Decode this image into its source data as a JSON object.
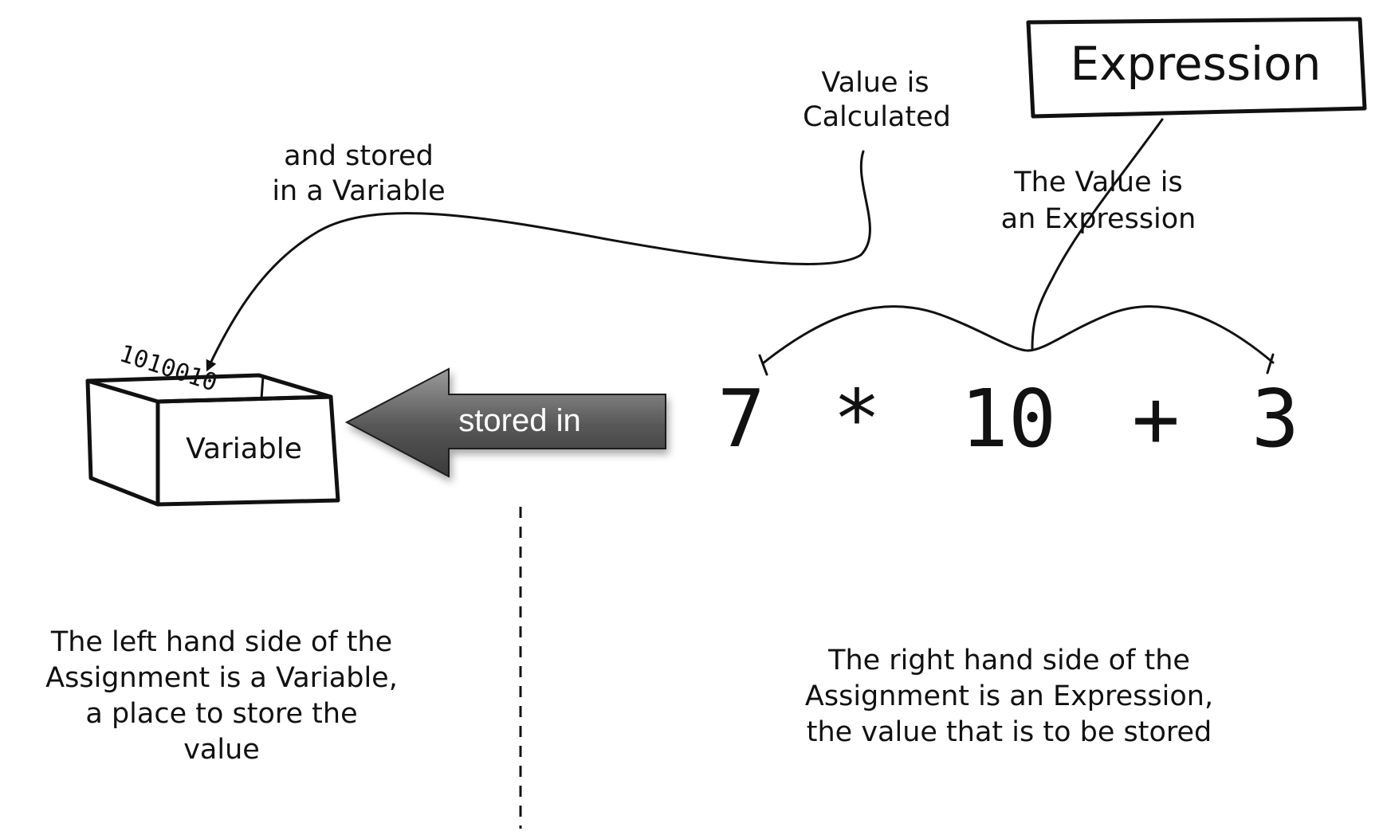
{
  "labels": {
    "expression_box": "Expression",
    "value_calculated": [
      "Value is",
      "Calculated"
    ],
    "stored_in_variable": [
      "and stored",
      "in a Variable"
    ],
    "value_is_expression": [
      "The Value is",
      "an Expression"
    ],
    "variable_box": "Variable",
    "binary_bits": "1010010",
    "arrow_label": "stored in"
  },
  "expression": {
    "tokens": [
      "7",
      "*",
      "10",
      "+",
      "3"
    ]
  },
  "descriptions": {
    "left": [
      "The left hand side of the",
      "Assignment is a Variable,",
      "a place to store the",
      "value"
    ],
    "right": [
      "The right hand side of the",
      "Assignment is an Expression,",
      "the value that is to be stored"
    ]
  },
  "colors": {
    "ink": "#111111",
    "arrow_dark": "#444444",
    "arrow_light": "#9a9a9a",
    "arrow_text": "#ffffff"
  }
}
